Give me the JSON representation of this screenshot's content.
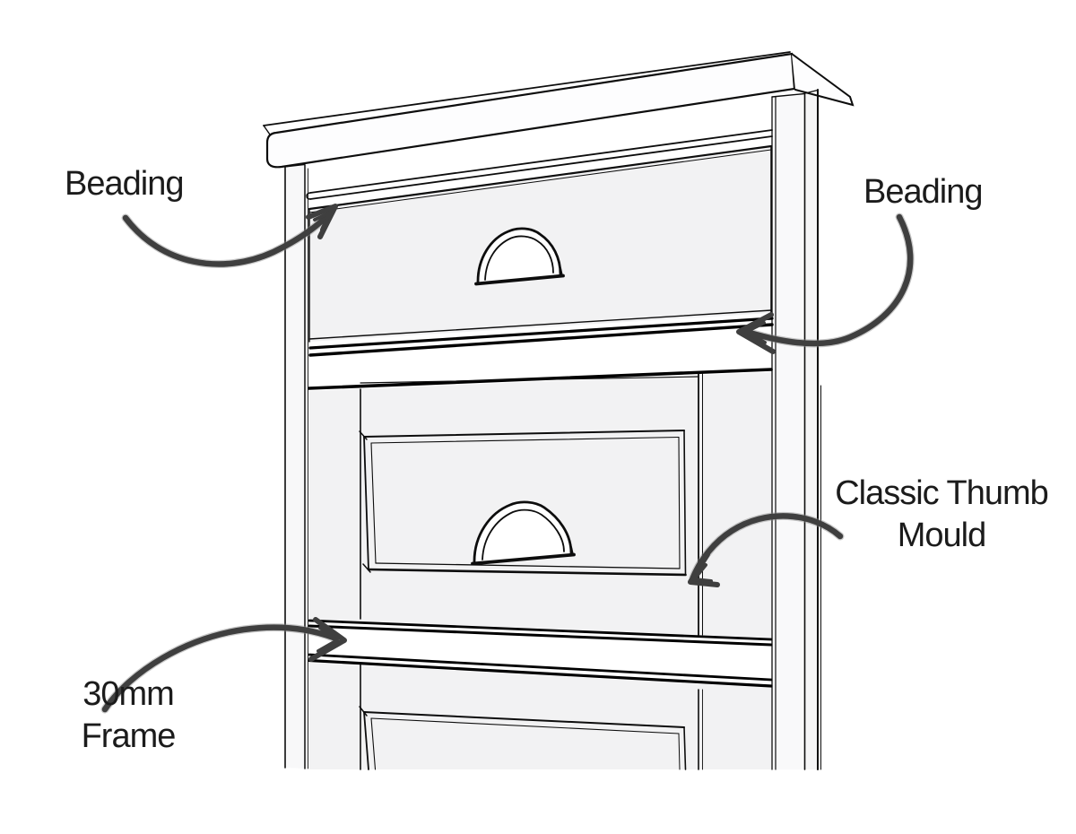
{
  "diagram": {
    "kind": "furniture construction annotation drawing",
    "subject_parts": [
      "top-board",
      "beading",
      "drawer-front",
      "cup-handle",
      "thumb-mould-panel",
      "frame-rail"
    ],
    "colors": {
      "background": "#ffffff",
      "line": "#0d0d0d",
      "drawer_face_fill": "#f2f2f3",
      "stile_fill": "#f8f8f9",
      "arrow": "#3f3f3f",
      "text": "#1b1b1b"
    },
    "labels": {
      "beading_left": "Beading",
      "beading_right": "Beading",
      "thumb_mould_line1": "Classic Thumb",
      "thumb_mould_line2": "Mould",
      "frame_line1": "30mm",
      "frame_line2": "Frame"
    }
  }
}
